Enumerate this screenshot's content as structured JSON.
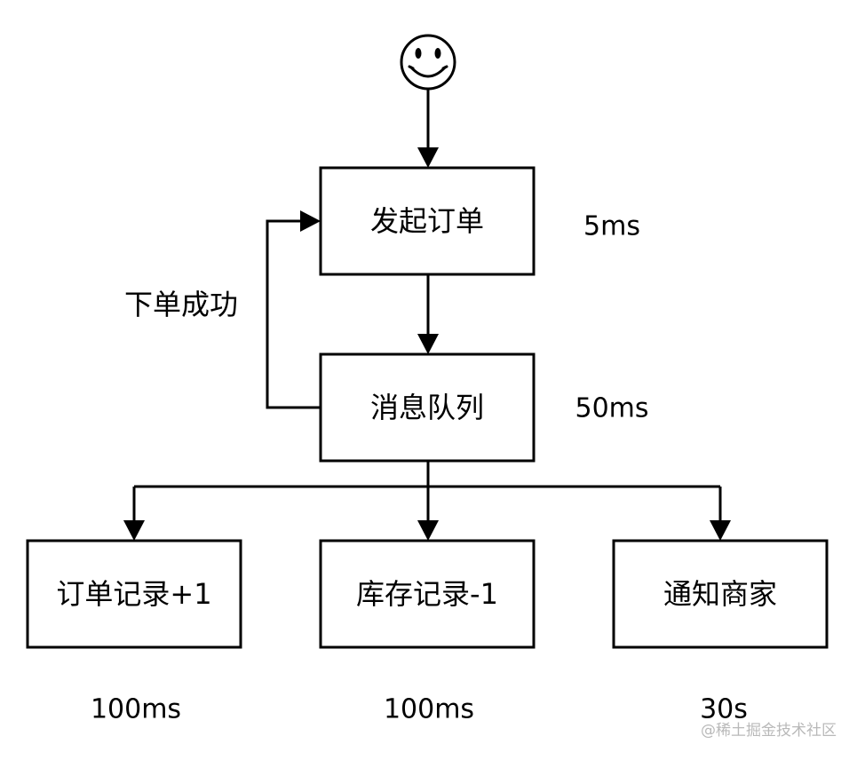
{
  "diagram": {
    "nodes": {
      "start": {
        "icon": "smiley-face-icon"
      },
      "initiate_order": {
        "label": "发起订单"
      },
      "message_queue": {
        "label": "消息队列"
      },
      "order_record": {
        "label": "订单记录+1"
      },
      "stock_record": {
        "label": "库存记录-1"
      },
      "notify_merchant": {
        "label": "通知商家"
      }
    },
    "timings": {
      "initiate_order": "5ms",
      "message_queue": "50ms",
      "order_record": "100ms",
      "stock_record": "100ms",
      "notify_merchant": "30s"
    },
    "edge_labels": {
      "feedback": "下单成功"
    },
    "colors": {
      "stroke": "#000000",
      "fill": "#ffffff",
      "watermark": "#b9b9b9"
    }
  },
  "watermark": "@稀土掘金技术社区"
}
